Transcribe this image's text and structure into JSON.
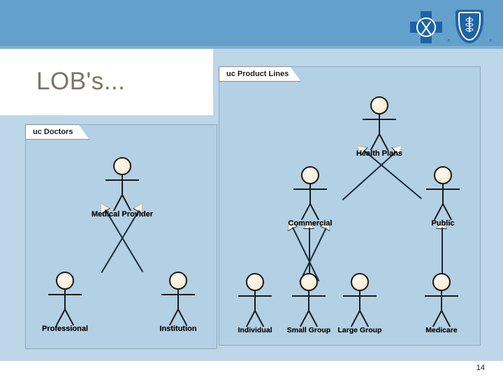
{
  "slide": {
    "title": "LOB's...",
    "page_number": "14",
    "colors": {
      "header_band": "#64a0cc",
      "body_band": "#bdd6e8",
      "frame_fill": "#b3d0e4",
      "frame_border": "#8fa9bd",
      "title_text": "#7b7468",
      "actor_head": "#fdf0da",
      "link_stroke": "#1a2a3a",
      "logo_blue": "#1f63a5"
    }
  },
  "logo": {
    "cross_icon": "blue-cross-icon",
    "shield_icon": "blue-shield-icon",
    "registered_mark": "®"
  },
  "diagrams": [
    {
      "id": "doctors",
      "frame_label": "uc Doctors",
      "actors": [
        {
          "id": "medical-provider",
          "label": "Medical Provider"
        },
        {
          "id": "professional",
          "label": "Professional"
        },
        {
          "id": "institution",
          "label": "Institution"
        }
      ],
      "generalizations": [
        {
          "from": "Professional",
          "to": "Medical Provider"
        },
        {
          "from": "Institution",
          "to": "Medical Provider"
        }
      ]
    },
    {
      "id": "product-lines",
      "frame_label": "uc Product Lines",
      "actors": [
        {
          "id": "health-plans",
          "label": "Health Plans"
        },
        {
          "id": "commercial",
          "label": "Commercial"
        },
        {
          "id": "public",
          "label": "Public"
        },
        {
          "id": "individual",
          "label": "Individual"
        },
        {
          "id": "small-group",
          "label": "Small Group"
        },
        {
          "id": "large-group",
          "label": "Large Group"
        },
        {
          "id": "medicare",
          "label": "Medicare"
        }
      ],
      "generalizations": [
        {
          "from": "Commercial",
          "to": "Health Plans"
        },
        {
          "from": "Public",
          "to": "Health Plans"
        },
        {
          "from": "Individual",
          "to": "Commercial"
        },
        {
          "from": "Small Group",
          "to": "Commercial"
        },
        {
          "from": "Large Group",
          "to": "Commercial"
        },
        {
          "from": "Medicare",
          "to": "Public"
        }
      ]
    }
  ]
}
